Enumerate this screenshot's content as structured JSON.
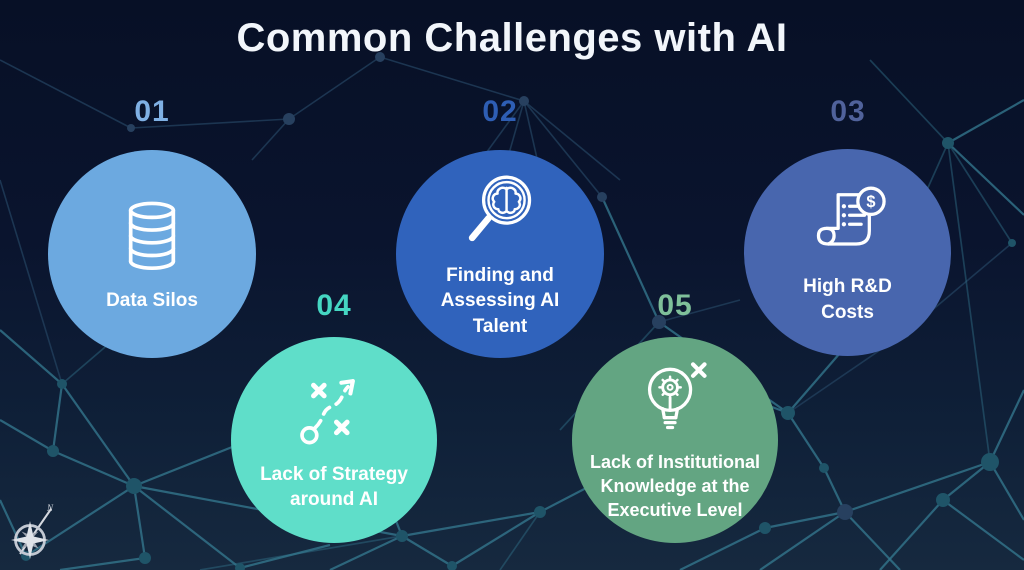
{
  "title": "Common Challenges with AI",
  "challenges": [
    {
      "number": "01",
      "label": "Data Silos",
      "icon": "database-icon",
      "circle_color": "#6CA9E0",
      "number_color": "#7FB0E4"
    },
    {
      "number": "02",
      "label": "Finding and Assessing AI Talent",
      "icon": "magnifier-brain-icon",
      "circle_color": "#3063BC",
      "number_color": "#2E5EB4"
    },
    {
      "number": "03",
      "label": "High R&D Costs",
      "icon": "receipt-dollar-icon",
      "circle_color": "#4866AE",
      "number_color": "#50629B"
    },
    {
      "number": "04",
      "label": "Lack of Strategy around AI",
      "icon": "strategy-arrow-icon",
      "circle_color": "#5FDEC9",
      "number_color": "#45D6C2"
    },
    {
      "number": "05",
      "label": "Lack of Institutional Knowledge at the Executive Level",
      "icon": "lightbulb-gear-icon",
      "circle_color": "#63A582",
      "number_color": "#7FC09A"
    }
  ],
  "icon_text": {
    "dollar_sign": "$"
  },
  "logo": {
    "compass_label": "N"
  },
  "colors": {
    "background_top": "#071026",
    "background_bottom": "#16293F",
    "network_line": "#33758C",
    "network_node": "#1F5468",
    "title_text": "#F2F6FB",
    "label_text": "#FFFFFF"
  }
}
